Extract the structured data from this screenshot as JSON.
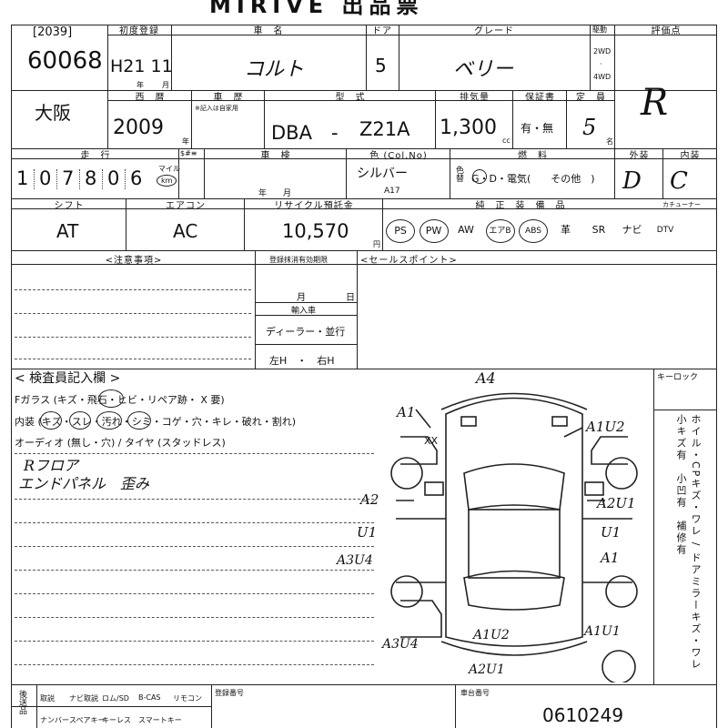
{
  "header": {
    "title": "MIRIVE 出品票"
  },
  "ids": {
    "lot_small": "[2039]",
    "lot_number": "60068"
  },
  "labels": {
    "first_reg": "初度登録",
    "year_unit": "年",
    "month_unit": "月",
    "car_name": "車　名",
    "door": "ドア",
    "grade": "グレード",
    "drive": "駆動",
    "drive_2wd": "2WD",
    "drive_4wd": "4WD",
    "rating": "評価点",
    "western_year": "西　暦",
    "history": "車　歴",
    "history_note": "※記入は自家用",
    "model": "型　式",
    "displacement": "排気量",
    "cc": "cc",
    "warranty": "保証書",
    "capacity": "定　員",
    "person_unit": "名",
    "mileage": "走　行",
    "sharp": "$#≡",
    "inspection": "車　検",
    "color": "色 (Col.No)",
    "fuel": "燃　料",
    "exterior": "外装",
    "interior": "内装",
    "mile_unit": "マイル",
    "km_unit": "km",
    "shift": "シフト",
    "aircon": "エアコン",
    "recycle": "リサイクル預託金",
    "yen": "円",
    "genuine_equip": "純　正　装　備　品",
    "tuner": "カチューナー",
    "color_replace": "色替",
    "notes": "<注意事項>",
    "reg_expiry": "登録抹消有効期限",
    "day_unit": "日",
    "import": "輸入車",
    "sales_point": "<セールスポイント>",
    "inspector_notes": "< 検査員記入欄 >",
    "key_lock": "キーロック",
    "handover": "後送品",
    "reg_number": "登録番号",
    "chassis_number": "車台番号"
  },
  "vehicle": {
    "first_reg": "H21 11",
    "car_name": "コルト",
    "doors": "5",
    "grade": "ベリー",
    "rating": "R",
    "western_year": "2009",
    "model_prefix": "DBA　-",
    "model": "Z21A",
    "displacement": "1,300",
    "warranty": "有・無",
    "capacity": "5",
    "mileage_digits": [
      "1",
      "0",
      "7",
      "8",
      "0",
      "6"
    ],
    "inspection_period": "年　　月",
    "color_name": "シルバー",
    "color_no": "A17",
    "fuel": "G・D・電気(　　その他　)",
    "exterior": "D",
    "interior": "C",
    "shift": "AT",
    "aircon": "AC",
    "recycle_fee": "10,570",
    "import_dealer": "ディーラー・並行",
    "steering": "左H　・　右H",
    "chassis_number": "0610249"
  },
  "equipment": [
    {
      "label": "PS",
      "circled": true
    },
    {
      "label": "PW",
      "circled": true
    },
    {
      "label": "AW",
      "circled": false
    },
    {
      "label": "エアB",
      "circled": true
    },
    {
      "label": "ABS",
      "circled": true
    },
    {
      "label": "革",
      "circled": false
    },
    {
      "label": "SR",
      "circled": false
    },
    {
      "label": "ナビ",
      "circled": false
    },
    {
      "label": "DTV",
      "circled": false
    }
  ],
  "inspection_lines": {
    "glass": "Fガラス (キズ・飛石・ヒビ・リペア跡・ X 要)",
    "interior": "内装 (キズ・スレ・汚れ・シミ・コゲ・穴・キレ・破れ・割れ)",
    "audio": "オーディオ (無し・穴) / タイヤ (スタッドレス)",
    "handwritten_1": "Rフロア",
    "handwritten_2": "エンドパネル　歪み"
  },
  "damage_codes": {
    "front": "A4",
    "front_left": "A1",
    "front_left_xx": "XX",
    "front_right": "A1U2",
    "left_door_front": "A2",
    "left_door_rear": "U1",
    "left_rear": "A3U4",
    "right_door_front": "A2U1",
    "right_door_rear": "U1",
    "right_rear": "A1",
    "rear_left": "A3U4",
    "rear_center": "A1U2",
    "rear_right": "A1U1",
    "rear_bottom": "A2U1"
  },
  "side_text": "ホイル・CPキズ・ワレ / ドアミラーキズ・ワレ　小キズ有　小凹有　補修有",
  "handover_items": [
    "取説",
    "ナビ取説",
    "ロム/SD",
    "B-CAS",
    "リモコン",
    "ナンバー",
    "スペアキー",
    "キーレス",
    "スマートキー"
  ]
}
